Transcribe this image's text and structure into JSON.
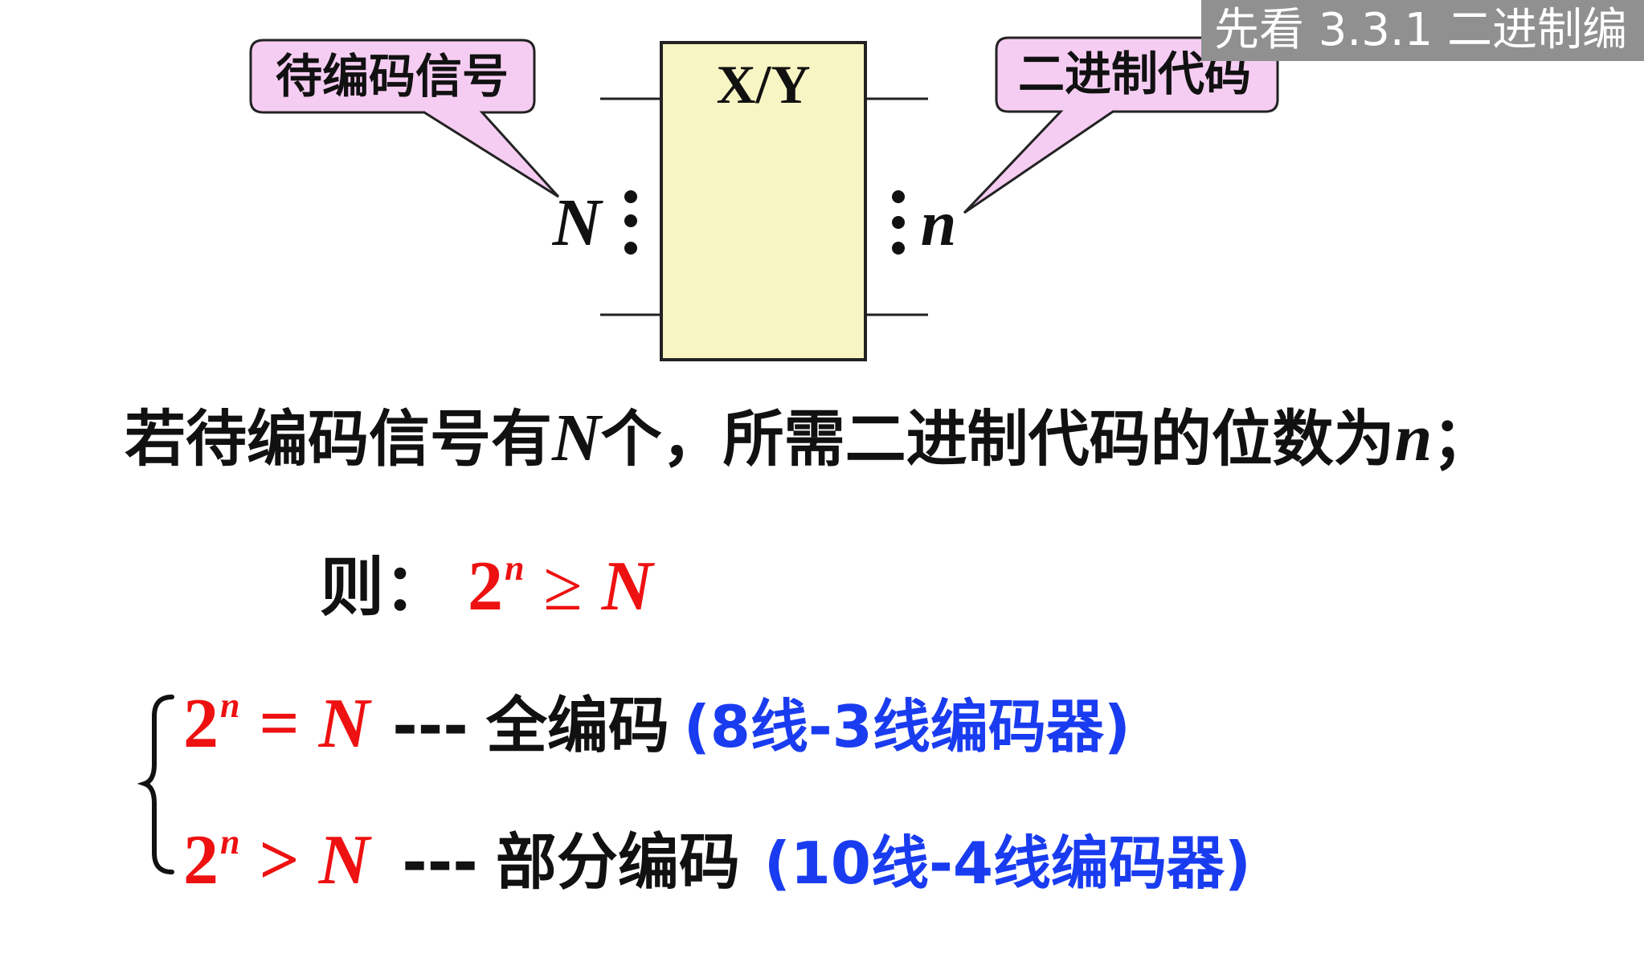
{
  "overlay": {
    "caption": "先看 3.3.1 二进制编"
  },
  "diagram": {
    "box_label": "X/Y",
    "callout_left": "待编码信号",
    "callout_right": "二进制代码",
    "input_label": "N",
    "output_label": "n",
    "colors": {
      "box_fill": "#f8f5c4",
      "callout_fill": "#f6cdf2",
      "stroke": "#222222"
    }
  },
  "statement": {
    "part1": "若待编码信号有",
    "var_N": "N",
    "part2": "个，所需二进制代码的位数为",
    "var_n": "n",
    "end": "；"
  },
  "condition": {
    "prefix": "则：",
    "base": "2",
    "exp": "n",
    "op": "≥",
    "rhs": "N"
  },
  "cases": [
    {
      "base": "2",
      "exp": "n",
      "op": "=",
      "rhs": "N",
      "dashes": "---",
      "label": "全编码",
      "note": "(8线-3线编码器)"
    },
    {
      "base": "2",
      "exp": "n",
      "op": ">",
      "rhs": "N",
      "dashes": "---",
      "label": "部分编码",
      "note": "(10线-4线编码器)"
    }
  ],
  "colors": {
    "math_red": "#ee1111",
    "note_blue": "#1a3cf0",
    "text": "#111111"
  }
}
